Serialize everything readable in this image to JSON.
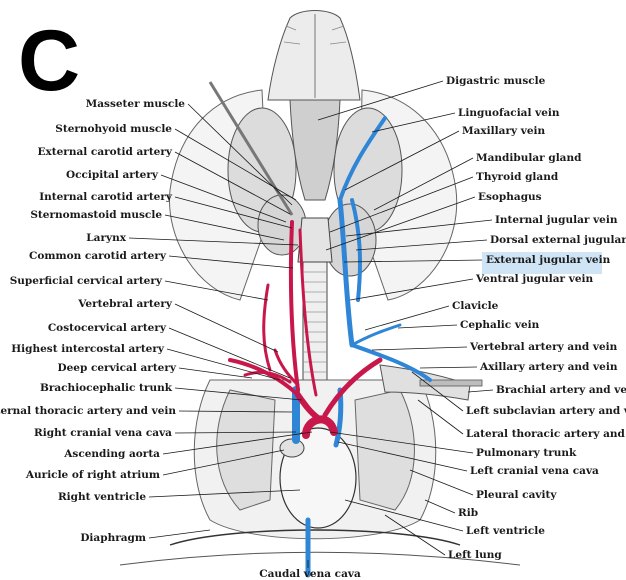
{
  "panel_letter": "C",
  "colors": {
    "artery": "#c8174b",
    "vein": "#2f86d6",
    "highlight": "#cfe4f4",
    "line": "#1a1a1a",
    "tissue": "#e6e6e6",
    "tissue_dark": "#9a9a9a"
  },
  "labels_left": [
    "Masseter muscle",
    "Sternohyoid muscle",
    "External carotid artery",
    "Occipital artery",
    "Internal carotid artery",
    "Sternomastoid muscle",
    "Larynx",
    "Common carotid artery",
    "Superficial cervical artery",
    "Vertebral artery",
    "Costocervical artery",
    "Highest intercostal artery",
    "Deep cervical artery",
    "Brachiocephalic trunk",
    "Internal thoracic artery and vein",
    "Right cranial vena cava",
    "Ascending aorta",
    "Auricle of right atrium",
    "Right ventricle",
    "Diaphragm"
  ],
  "labels_right": [
    "Digastric muscle",
    "Linguofacial vein",
    "Maxillary vein",
    "Mandibular gland",
    "Thyroid gland",
    "Esophagus",
    "Internal jugular vein",
    "Dorsal external jugular vein",
    "External jugular vein",
    "Ventral jugular vein",
    "Clavicle",
    "Cephalic vein",
    "Vertebral artery and vein",
    "Axillary artery and vein",
    "Brachial artery and vein",
    "Left subclavian artery and vein",
    "Lateral thoracic artery and vein",
    "Pulmonary trunk",
    "Left cranial vena cava",
    "Pleural cavity",
    "Rib",
    "Left ventricle",
    "Left lung"
  ],
  "label_bottom": "Caudal vena cava"
}
